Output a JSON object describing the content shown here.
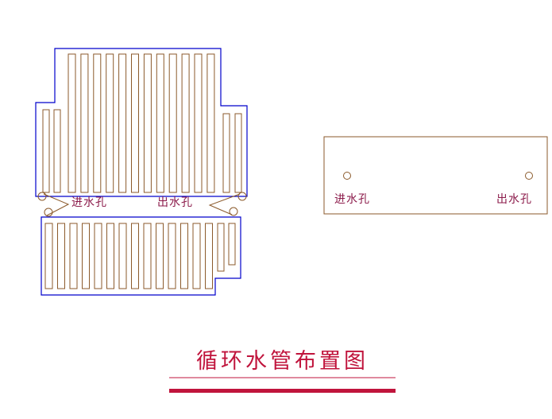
{
  "labels": {
    "inlet": "进水孔",
    "outlet": "出水孔"
  },
  "title": "循环水管布置图",
  "colors": {
    "outline": "#0000cc",
    "pipe": "#8b5a2b",
    "label": "#8b1a4a",
    "title": "#c0143c"
  }
}
